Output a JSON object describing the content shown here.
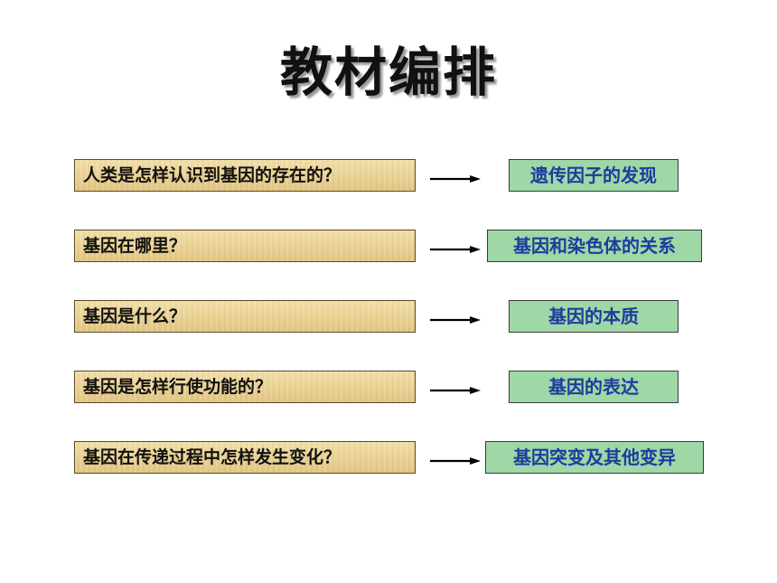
{
  "slide": {
    "title": "教材编排",
    "rows": [
      {
        "question": "人类是怎样认识到基因的存在的？",
        "answer": "遗传因子的发现"
      },
      {
        "question": "基因在哪里？",
        "answer": "基因和染色体的关系"
      },
      {
        "question": "基因是什么？",
        "answer": "基因的本质"
      },
      {
        "question": "基因是怎样行使功能的？",
        "answer": "基因的表达"
      },
      {
        "question": "基因在传递过程中怎样发生变化？",
        "answer": "基因突变及其他变异"
      }
    ]
  },
  "colors": {
    "question_fill": "#ebd395",
    "answer_fill": "#9fd7a6",
    "answer_text": "#1f3b9e",
    "arrow": "#000000"
  },
  "icons": {
    "arrow": "right-arrow-icon"
  }
}
